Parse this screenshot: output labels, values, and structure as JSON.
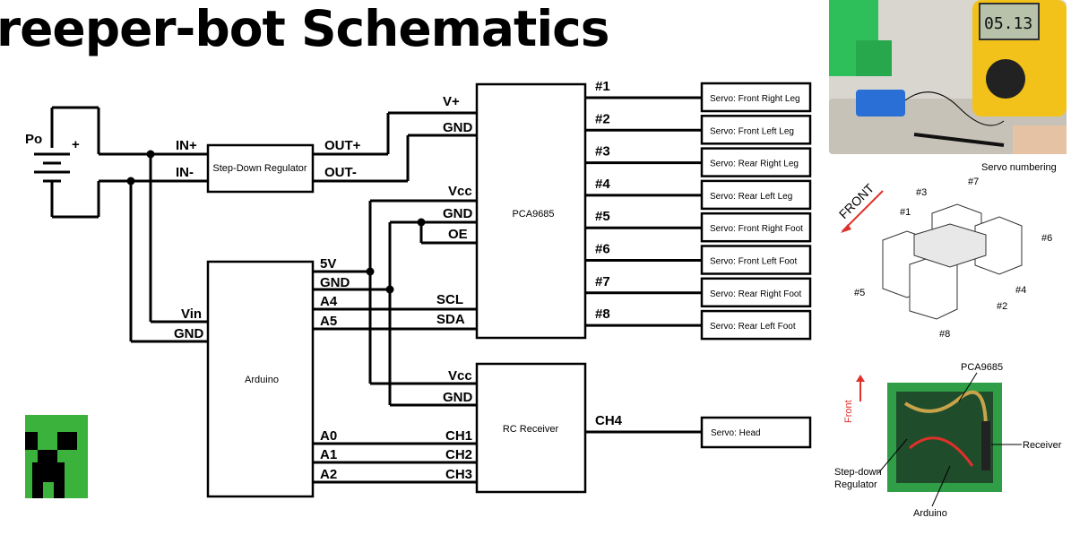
{
  "title": "reeper-bot Schematics",
  "battery": {
    "label": "Po",
    "plus": "+"
  },
  "regulator": {
    "name": "Step-Down Regulator",
    "in_plus": "IN+",
    "in_minus": "IN-",
    "out_plus": "OUT+",
    "out_minus": "OUT-"
  },
  "pca": {
    "name": "PCA9685",
    "vplus": "V+",
    "gnd1": "GND",
    "vcc": "Vcc",
    "gnd2": "GND",
    "oe": "OE",
    "scl": "SCL",
    "sda": "SDA"
  },
  "arduino": {
    "name": "Arduino",
    "p5v": "5V",
    "gnd": "GND",
    "a4": "A4",
    "a5": "A5",
    "vin": "Vin",
    "gnd_in": "GND",
    "a0": "A0",
    "a1": "A1",
    "a2": "A2"
  },
  "receiver": {
    "name": "RC Receiver",
    "vcc": "Vcc",
    "gnd": "GND",
    "ch1": "CH1",
    "ch2": "CH2",
    "ch3": "CH3",
    "ch4": "CH4"
  },
  "servos": [
    {
      "pin": "#1",
      "label": "Servo: Front Right Leg"
    },
    {
      "pin": "#2",
      "label": "Servo: Front Left Leg"
    },
    {
      "pin": "#3",
      "label": "Servo: Rear Right Leg"
    },
    {
      "pin": "#4",
      "label": "Servo: Rear Left Leg"
    },
    {
      "pin": "#5",
      "label": "Servo: Front Right Foot"
    },
    {
      "pin": "#6",
      "label": "Servo: Front Left Foot"
    },
    {
      "pin": "#7",
      "label": "Servo: Rear Right Foot"
    },
    {
      "pin": "#8",
      "label": "Servo: Rear Left Foot"
    }
  ],
  "head_servo": "Servo: Head",
  "multimeter": {
    "reading": "05.13"
  },
  "servo_numbering": {
    "title": "Servo numbering",
    "front": "FRONT",
    "labels": [
      "#1",
      "#2",
      "#3",
      "#4",
      "#5",
      "#6",
      "#7",
      "#8"
    ]
  },
  "box_photo": {
    "front": "Front",
    "pca": "PCA9685",
    "receiver": "Receiver",
    "regulator": "Step-down Regulator",
    "arduino": "Arduino"
  },
  "colors": {
    "creeper_green": "#3bb23b",
    "box_green": "#2f9e46",
    "wire_red": "#e0302a"
  }
}
